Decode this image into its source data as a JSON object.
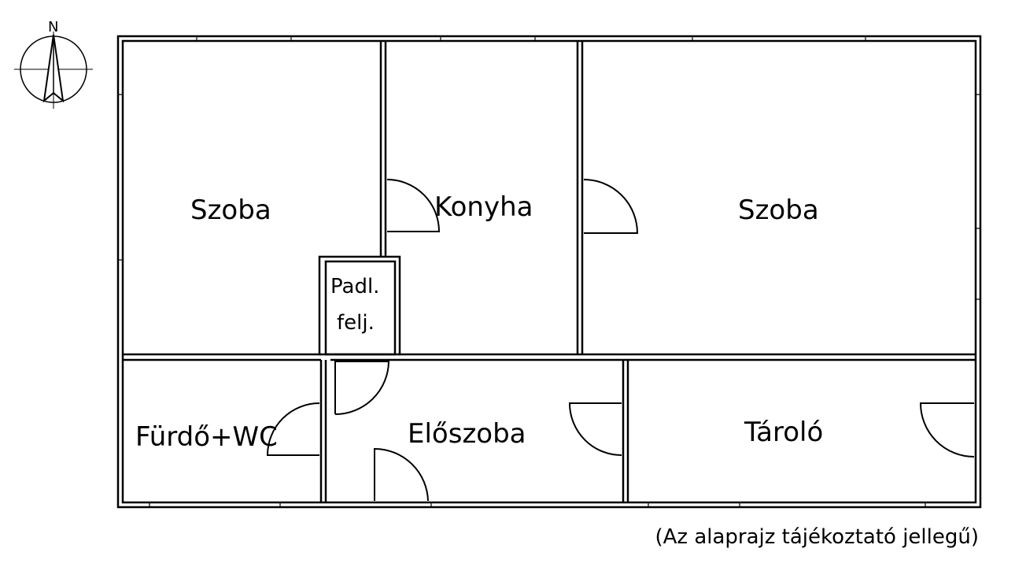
{
  "compass": {
    "north_label": "N",
    "icon": "north-arrow-icon"
  },
  "rooms": {
    "szoba_left": "Szoba",
    "konyha": "Konyha",
    "szoba_right": "Szoba",
    "padl_line1": "Padl.",
    "padl_line2": "felj.",
    "furdo": "Fürdő+WC",
    "eloszoba": "Előszoba",
    "tarolo": "Tároló"
  },
  "note": "(Az alaprajz tájékoztató jellegű)",
  "colors": {
    "wall": "#000000",
    "background": "#ffffff"
  }
}
